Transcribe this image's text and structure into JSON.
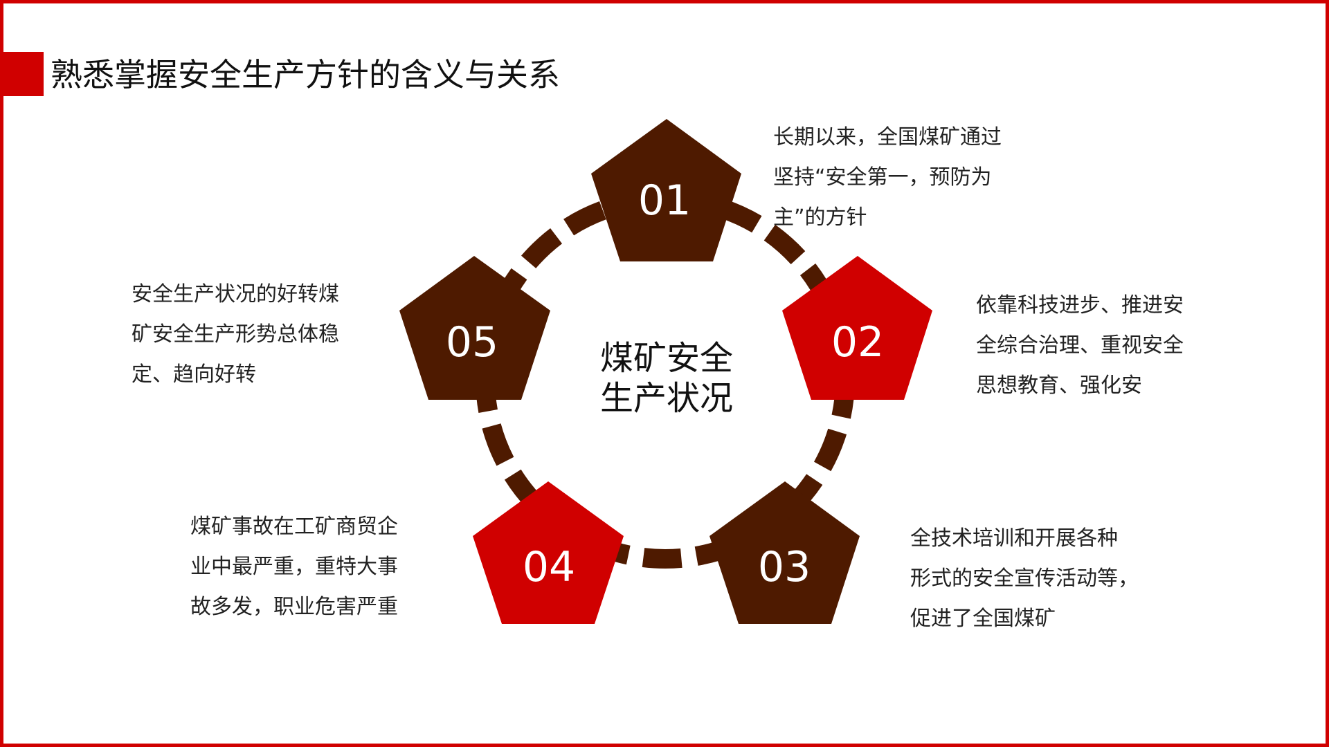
{
  "header": {
    "title": "熟悉掌握安全生产方针的含义与关系"
  },
  "colors": {
    "brown": "#4e1a00",
    "red": "#d00000",
    "accent_bar": "#d00000"
  },
  "center": {
    "lines": [
      "煤矿安全",
      "生产状况"
    ]
  },
  "nodes": [
    {
      "number": "01",
      "color": "brown",
      "text_lines": [
        "长期以来，全国煤矿通过",
        "坚持“安全第一，预防为",
        "主”的方针"
      ]
    },
    {
      "number": "02",
      "color": "red",
      "text_lines": [
        "依靠科技进步、推进安",
        "全综合治理、重视安全",
        "思想教育、强化安"
      ]
    },
    {
      "number": "03",
      "color": "brown",
      "text_lines": [
        "全技术培训和开展各种",
        "形式的安全宣传活动等，",
        "促进了全国煤矿"
      ]
    },
    {
      "number": "04",
      "color": "red",
      "text_lines": [
        "煤矿事故在工矿商贸企",
        "业中最严重，重特大事",
        "故多发，职业危害严重"
      ]
    },
    {
      "number": "05",
      "color": "brown",
      "text_lines": [
        "安全生产状况的好转煤",
        "矿安全生产形势总体稳",
        "定、趋向好转"
      ]
    }
  ]
}
